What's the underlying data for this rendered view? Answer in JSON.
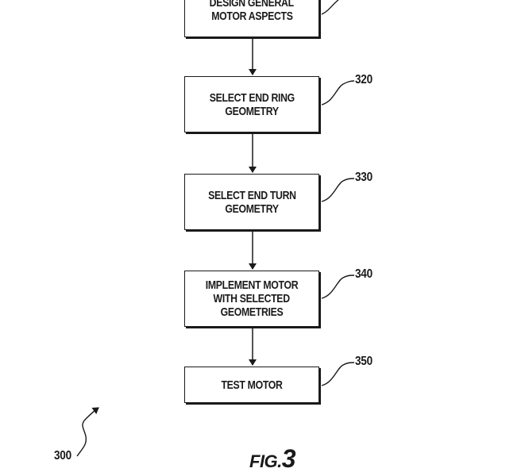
{
  "steps": [
    {
      "lines": [
        "DESIGN GENERAL",
        "MOTOR ASPECTS"
      ],
      "ref": ""
    },
    {
      "lines": [
        "SELECT END RING",
        "GEOMETRY"
      ],
      "ref": "320"
    },
    {
      "lines": [
        "SELECT END TURN",
        "GEOMETRY"
      ],
      "ref": "330"
    },
    {
      "lines": [
        "IMPLEMENT MOTOR",
        "WITH SELECTED",
        "GEOMETRIES"
      ],
      "ref": "340"
    },
    {
      "lines": [
        "TEST MOTOR"
      ],
      "ref": "350"
    }
  ],
  "figure": {
    "ref": "300",
    "label_prefix": "FIG.",
    "label_number": "3"
  }
}
